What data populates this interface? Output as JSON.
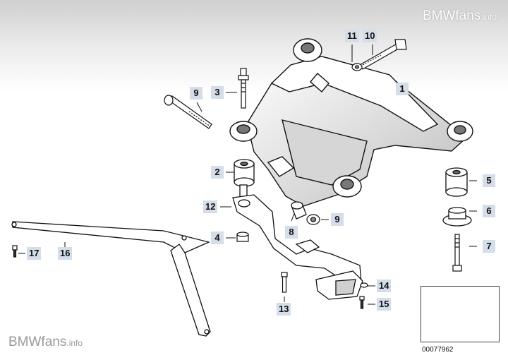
{
  "watermark": {
    "brand": "BMWfans",
    "suffix": ".info"
  },
  "diagram_code": "00077962",
  "callouts": [
    {
      "id": "c1",
      "label": "1"
    },
    {
      "id": "c2",
      "label": "2"
    },
    {
      "id": "c3",
      "label": "3"
    },
    {
      "id": "c4",
      "label": "4"
    },
    {
      "id": "c5",
      "label": "5"
    },
    {
      "id": "c6",
      "label": "6"
    },
    {
      "id": "c7",
      "label": "7"
    },
    {
      "id": "c8",
      "label": "8"
    },
    {
      "id": "c9a",
      "label": "9"
    },
    {
      "id": "c9b",
      "label": "9"
    },
    {
      "id": "c10",
      "label": "10"
    },
    {
      "id": "c11",
      "label": "11"
    },
    {
      "id": "c12",
      "label": "12"
    },
    {
      "id": "c13",
      "label": "13"
    },
    {
      "id": "c14",
      "label": "14"
    },
    {
      "id": "c15",
      "label": "15"
    },
    {
      "id": "c16",
      "label": "16"
    },
    {
      "id": "c17",
      "label": "17"
    }
  ],
  "colors": {
    "callout_bg": "#d4dde8",
    "line": "#111111",
    "part_fill": "#ffffff",
    "shade": "#cfcfcf"
  }
}
